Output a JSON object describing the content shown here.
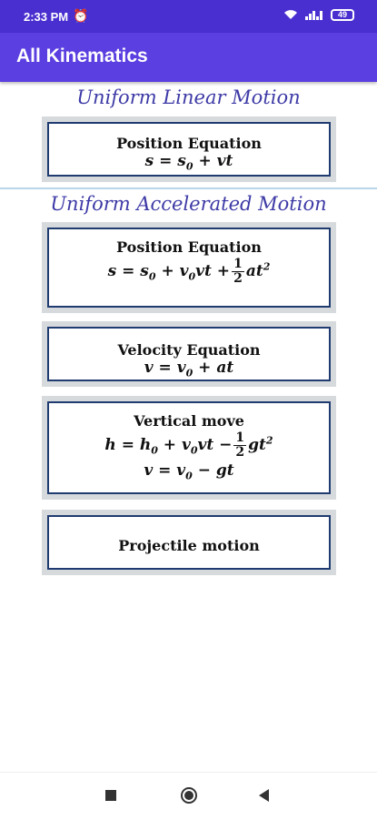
{
  "status_bar": {
    "time": "2:33 PM",
    "alarm_icon": "alarm-clock-icon",
    "wifi_icon": "wifi-icon",
    "signal_icon": "signal-icon",
    "battery": "49"
  },
  "app_bar": {
    "title": "All Kinematics"
  },
  "sections": [
    {
      "title": "Uniform Linear Motion",
      "cards": [
        {
          "title": "Position Equation",
          "lines": [
            "s = s0 + vt"
          ]
        }
      ]
    },
    {
      "title": "Uniform Accelerated Motion",
      "cards": [
        {
          "title": "Position Equation",
          "lines": [
            "s = s0 + v0vt + 1/2 at2"
          ]
        },
        {
          "title": "Velocity Equation",
          "lines": [
            "v = v0 + at"
          ]
        },
        {
          "title": "Vertical move",
          "lines": [
            "h = h0 + v0vt − 1/2 gt2",
            "v = v0 − gt"
          ]
        },
        {
          "title": "Projectile motion",
          "lines": []
        }
      ]
    }
  ],
  "nav_bar": {
    "recent_icon": "square-icon",
    "home_icon": "circle-icon",
    "back_icon": "triangle-back-icon"
  },
  "colors": {
    "status_bar": "#4a2fd0",
    "app_bar": "#5b3fe0",
    "section_title": "#3d3aa6",
    "card_border": "#1f3b70",
    "card_frame": "#d7dadc",
    "divider": "#b8d6e8"
  }
}
